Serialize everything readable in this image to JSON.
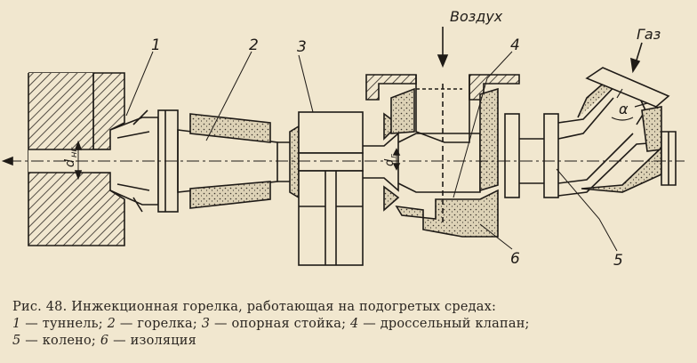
{
  "labels": {
    "air": "Воздух",
    "gas": "Газ",
    "angle": "α",
    "d_ng": "d",
    "d_ng_sub": "нг",
    "d_g": "d",
    "d_g_sub": "г",
    "n1": "1",
    "n2": "2",
    "n3": "3",
    "n4": "4",
    "n5": "5",
    "n6": "6"
  },
  "caption": {
    "title": "Рис. 48. Инжекционная горелка, работающая на подогретых средах:",
    "legend": [
      {
        "num": "1",
        "text": " — туннель; "
      },
      {
        "num": "2",
        "text": " — горелка; "
      },
      {
        "num": "3",
        "text": " — опорная стойка; "
      },
      {
        "num": "4",
        "text": " — дроссельный клапан;"
      },
      {
        "num": "5",
        "text": " — колено; "
      },
      {
        "num": "6",
        "text": " — изоляция"
      }
    ]
  }
}
